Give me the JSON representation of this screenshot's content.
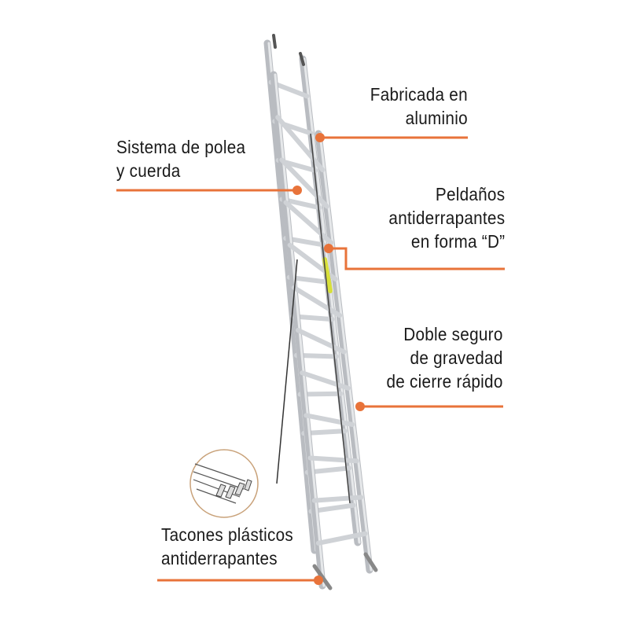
{
  "callouts": [
    {
      "lines": [
        "Fabricada en",
        "aluminio"
      ]
    },
    {
      "lines": [
        "Sistema de polea",
        "y cuerda"
      ]
    },
    {
      "lines": [
        "Peldaños",
        "antiderrapantes",
        "en forma “D”"
      ]
    },
    {
      "lines": [
        "Doble seguro",
        "de gravedad",
        "de cierre rápido"
      ]
    },
    {
      "lines": [
        "Tacones plásticos",
        "antiderrapantes"
      ]
    }
  ],
  "colors": {
    "accent": "#e8733a",
    "text": "#1a1a1a",
    "ladder": "#c9ccd0"
  }
}
